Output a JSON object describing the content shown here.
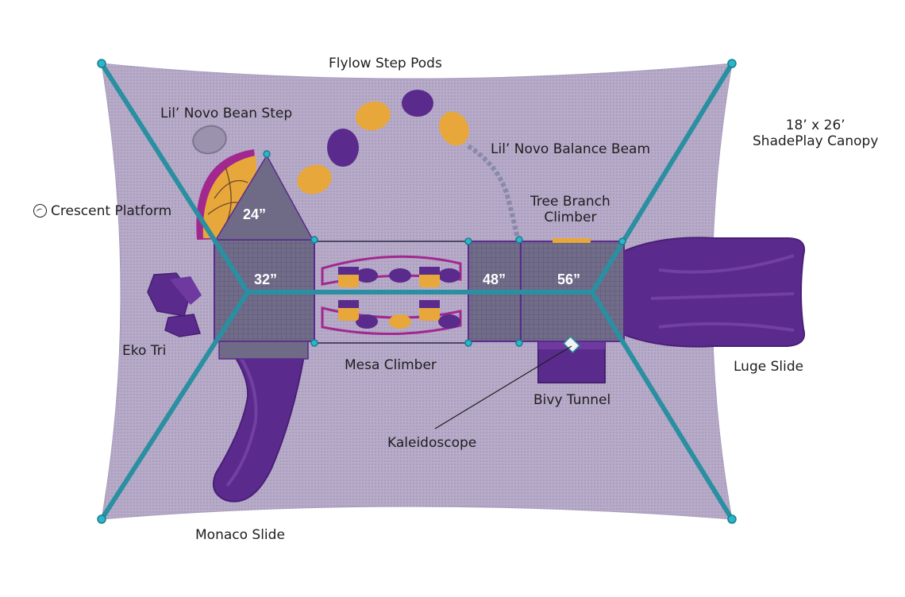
{
  "labels": {
    "flylow_step_pods": "Flylow Step Pods",
    "lil_novo_bean_step": "Lil’ Novo Bean Step",
    "lil_novo_balance_beam": "Lil’ Novo Balance Beam",
    "canopy_line1": "18’ x 26’",
    "canopy_line2": "ShadePlay Canopy",
    "tree_branch_line1": "Tree Branch",
    "tree_branch_line2": "Climber",
    "crescent_platform": "Crescent Platform",
    "eko_tri": "Eko Tri",
    "mesa_climber": "Mesa Climber",
    "luge_slide": "Luge Slide",
    "bivy_tunnel": "Bivy Tunnel",
    "kaleidoscope": "Kaleidoscope",
    "monaco_slide": "Monaco Slide"
  },
  "dimensions": {
    "d24": "24”",
    "d32": "32”",
    "d48": "48”",
    "d56": "56”"
  },
  "colors": {
    "canopy": "#b3a7c6",
    "post": "#2a8fa0",
    "purple": "#5a2b8c",
    "orange": "#e8a73a",
    "magenta": "#a2288f",
    "deck": "#6f6a86"
  },
  "icons": {
    "crescent_logo": "crescent-logo-icon"
  }
}
